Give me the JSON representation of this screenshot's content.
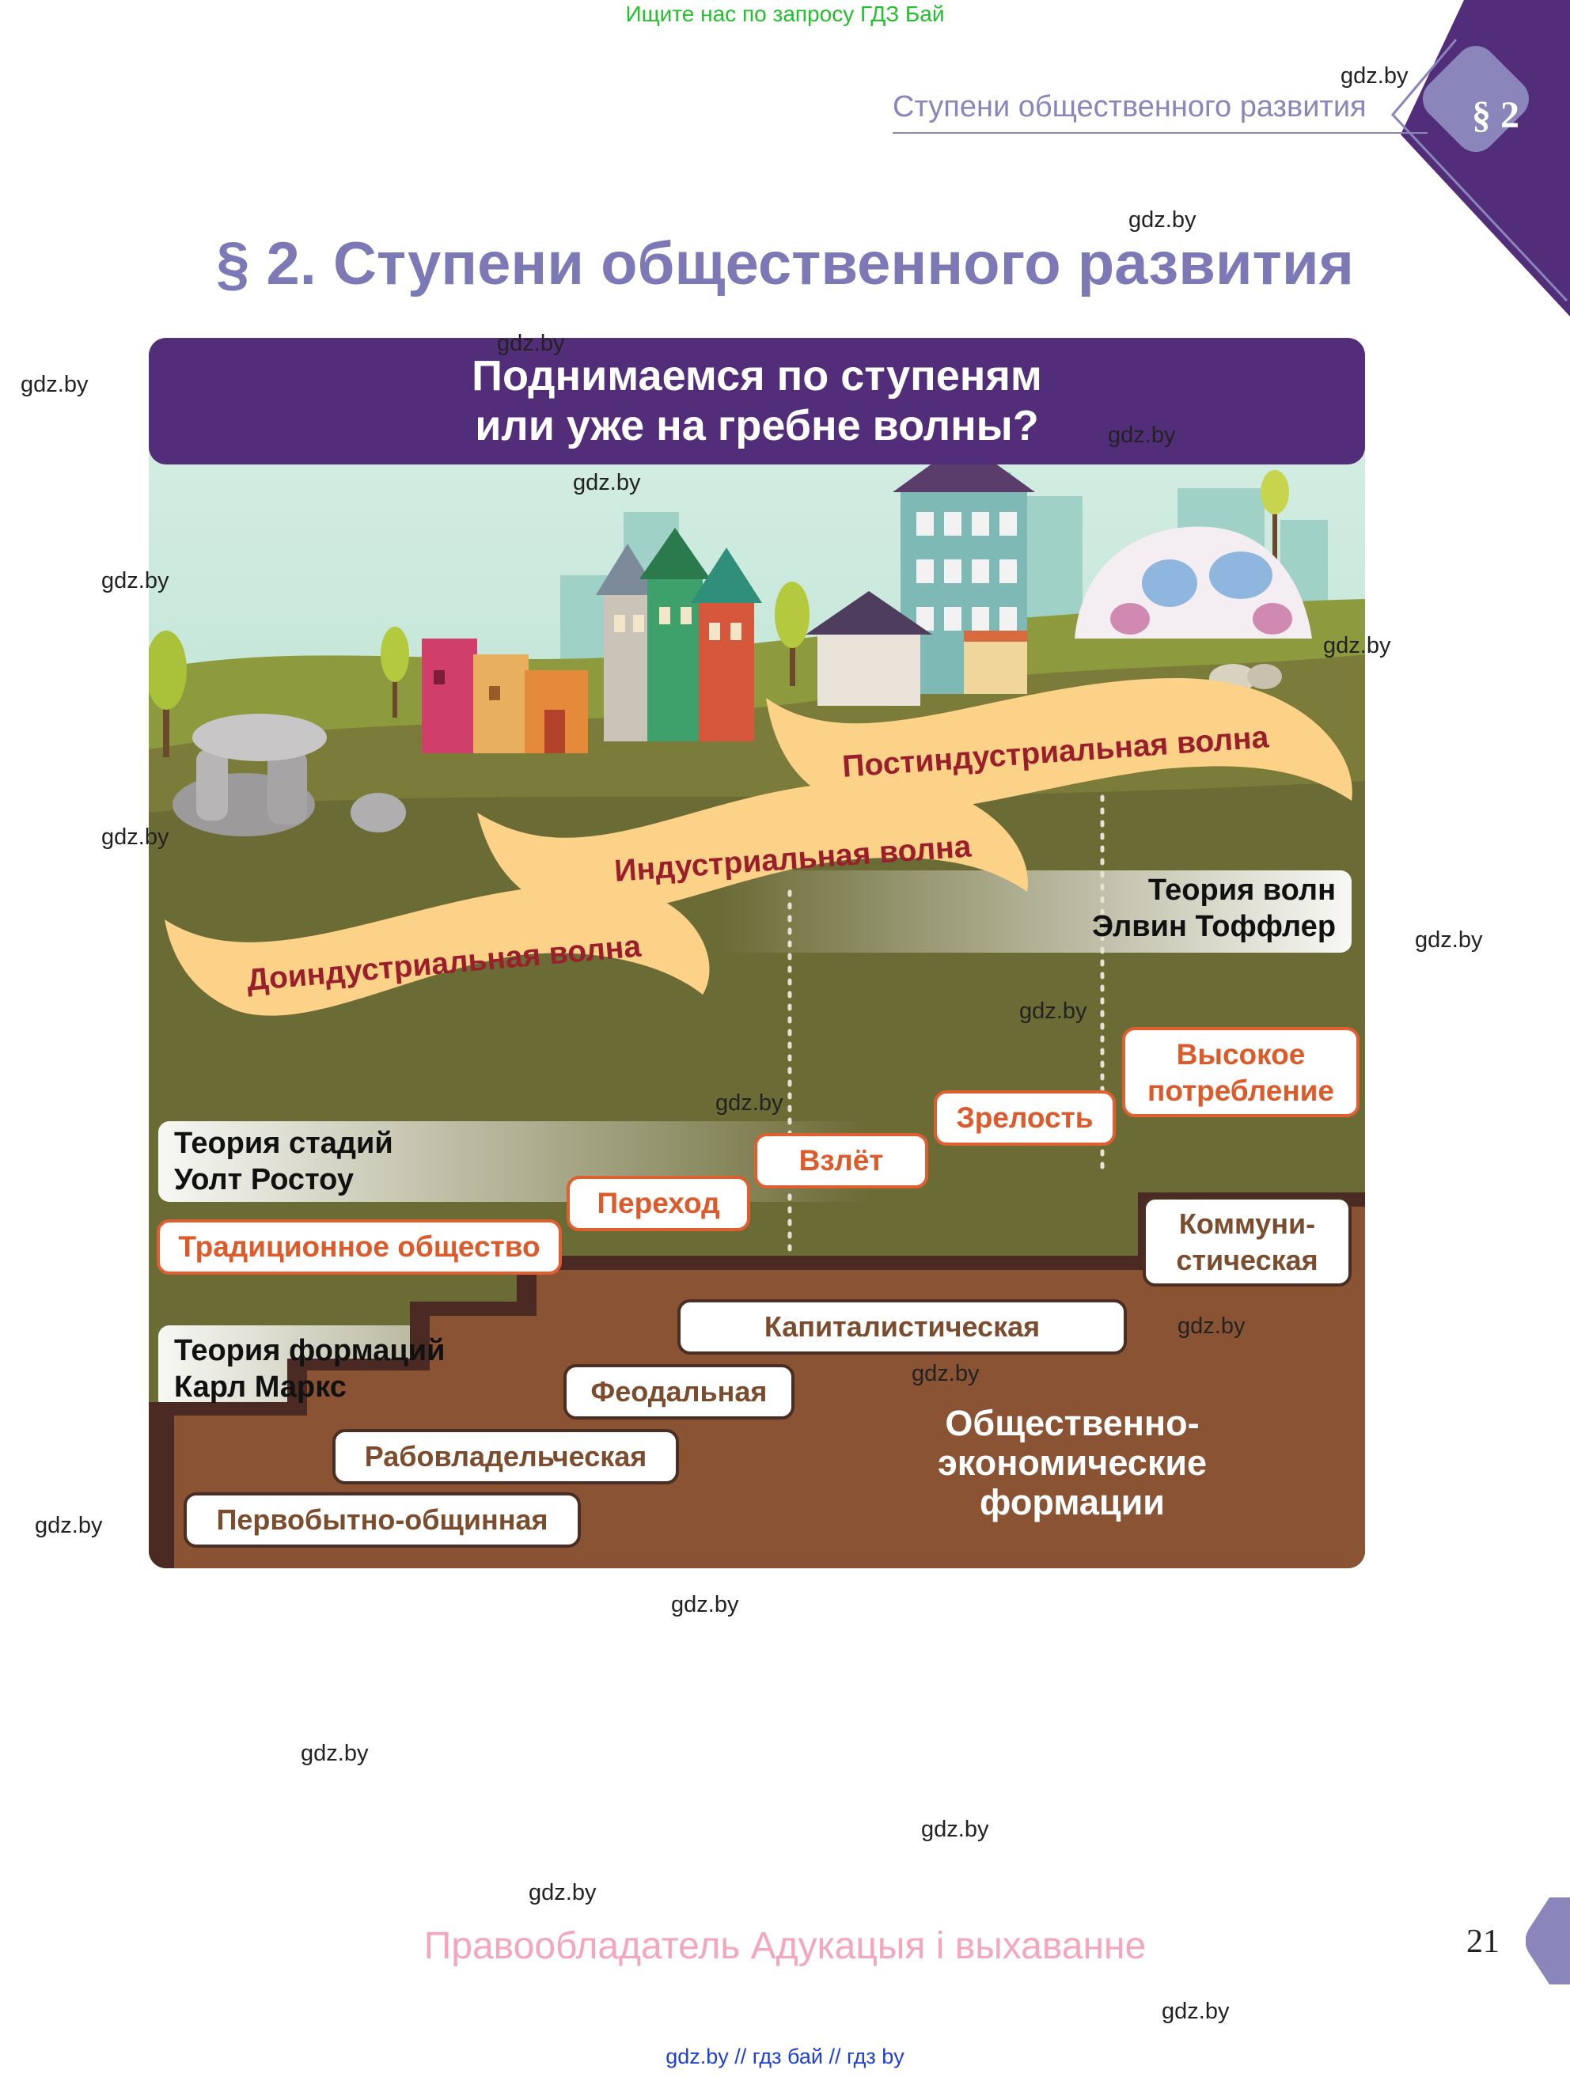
{
  "top_note": "Ищите нас по запросу ГДЗ Бай",
  "header": {
    "running_title": "Ступени общественного развития",
    "section_badge": "§ 2"
  },
  "page_title": "§ 2. Ступени общественного развития",
  "infographic": {
    "banner_line1": "Поднимаемся по ступеням",
    "banner_line2": "или уже на гребне волны?",
    "waves": {
      "pre_industrial": "Доиндустриальная волна",
      "industrial": "Индустриальная волна",
      "post_industrial": "Постиндустриальная волна"
    },
    "toffler": {
      "line1": "Теория волн",
      "line2": "Элвин Тоффлер"
    },
    "rostow": {
      "line1": "Теория стадий",
      "line2": "Уолт Ростоу",
      "stages": {
        "traditional": "Традиционное общество",
        "transition": "Переход",
        "takeoff": "Взлёт",
        "maturity": "Зрелость",
        "high_line1": "Высокое",
        "high_line2": "потребление"
      }
    },
    "marx": {
      "line1": "Теория формаций",
      "line2": "Карл Маркс",
      "formations": {
        "primitive": "Первобытно-общинная",
        "slave": "Рабовладельческая",
        "feudal": "Феодальная",
        "capitalist": "Капиталистическая",
        "communist_line1": "Коммуни-",
        "communist_line2": "стическая"
      },
      "caption_line1": "Общественно-",
      "caption_line2": "экономические",
      "caption_line3": "формации"
    }
  },
  "watermark": "gdz.by",
  "rights_holder": "Правообладатель Адукацыя і выхаванне",
  "page_number": "21",
  "footer": "gdz.by  //  гдз бай  //  гдз by",
  "colors": {
    "purple_dark": "#522d79",
    "lavender": "#8a86bb",
    "wave_fill": "#fcd288",
    "wave_text": "#9a1f2b",
    "rostow_orange": "#e05f31",
    "ground_olive": "#6b6b36",
    "stairs_brown": "#8a5333",
    "rights_pink": "#f3a6bd"
  }
}
